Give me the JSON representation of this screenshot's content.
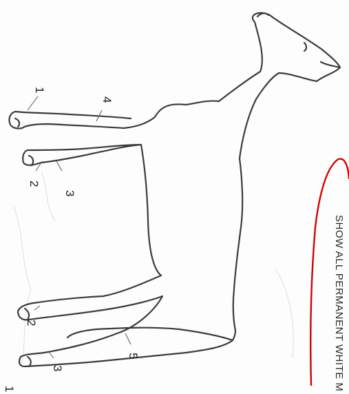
{
  "markers": {
    "m1_top": "1",
    "m4_top": "4",
    "m2_fore": "2",
    "m3_fore": "3",
    "m2_hind": "2",
    "m3_hind": "3",
    "m5_hind": "5",
    "m1_bottom": "1"
  },
  "instruction_text": "SHOW ALL PERMANENT WHITE M",
  "colors": {
    "outline": "#3a3a3a",
    "highlight": "#d40000"
  }
}
